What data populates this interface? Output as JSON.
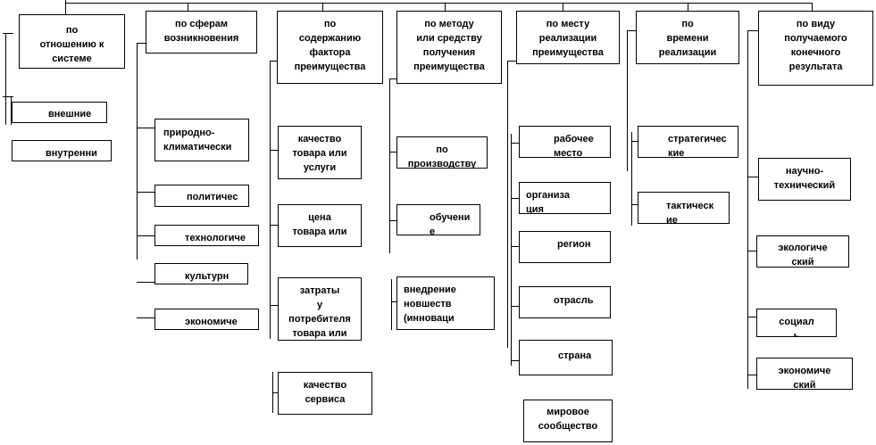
{
  "categories": [
    {
      "title": "по\nотношению к\nсистеме",
      "items": [
        "внешние",
        "внутренни"
      ]
    },
    {
      "title": "по сферам\nвозникновения",
      "items": [
        "природно-\nклиматически",
        "политичес",
        "технологиче",
        "культурн",
        "экономиче"
      ]
    },
    {
      "title": "по\nсодержанию\nфактора\nпреимущества",
      "items": [
        "качество\nтовара или\nуслуги",
        "цена\nтовара или",
        "затраты\nу\nпотребителя\nтовара или",
        "качество\nсервиса"
      ]
    },
    {
      "title": "по методу\nили средству\nполучения\nпреимущества",
      "items": [
        "по\nпроизводству",
        "обучени\nе",
        "внедрение\nновшеств\n(инноваци"
      ]
    },
    {
      "title": "по месту\nреализации\nпреимущества",
      "items": [
        "рабочее\nместо",
        "организа\nция",
        "регион",
        "отрасль",
        "страна",
        "мировое\nсообщество"
      ]
    },
    {
      "title": "по\nвремени\nреализации",
      "items": [
        "стратегичес\nкие",
        "тактическ\nие"
      ]
    },
    {
      "title": "по виду\nполучаемого\nконечного\nрезультата",
      "items": [
        "научно-\nтехнический",
        "экологиче\nский",
        "социал\nь",
        "экономиче\nский"
      ]
    }
  ]
}
